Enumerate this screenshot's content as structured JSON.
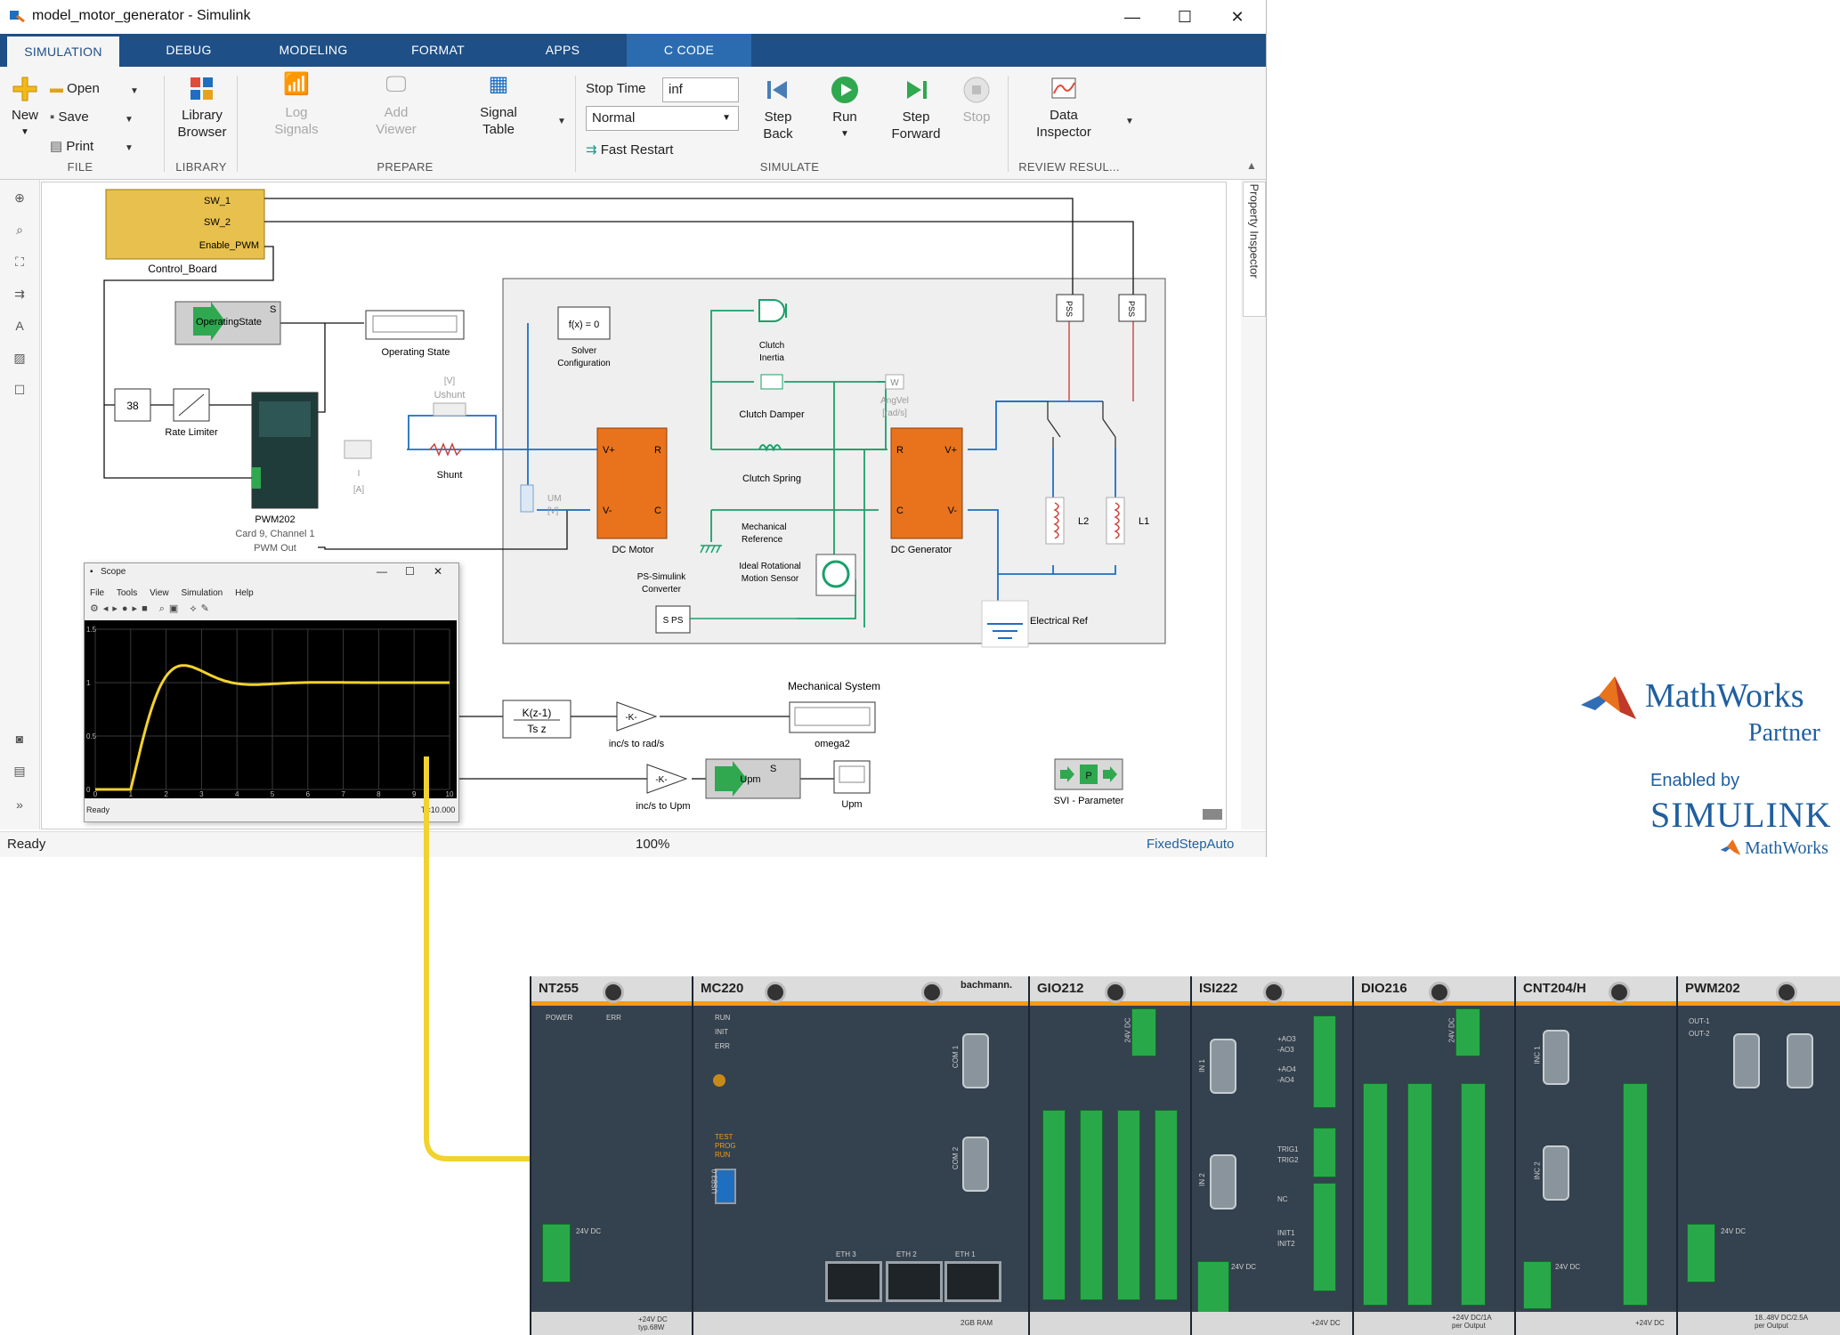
{
  "window": {
    "title": "model_motor_generator - Simulink"
  },
  "tabs": [
    {
      "label": "SIMULATION"
    },
    {
      "label": "DEBUG"
    },
    {
      "label": "MODELING"
    },
    {
      "label": "FORMAT"
    },
    {
      "label": "APPS"
    },
    {
      "label": "C CODE"
    }
  ],
  "ribbon": {
    "file": {
      "title": "FILE",
      "new": "New",
      "open": "Open",
      "save": "Save",
      "print": "Print"
    },
    "library": {
      "title": "LIBRARY",
      "browser": "Library\nBrowser"
    },
    "prepare": {
      "title": "PREPARE",
      "log_signals": "Log\nSignals",
      "add_viewer": "Add\nViewer",
      "signal_table": "Signal\nTable"
    },
    "simulate": {
      "title": "SIMULATE",
      "stop_time_label": "Stop Time",
      "stop_time_value": "inf",
      "mode": "Normal",
      "fast_restart": "Fast Restart",
      "step_back": "Step\nBack",
      "run": "Run",
      "step_forward": "Step\nForward",
      "stop": "Stop"
    },
    "review": {
      "title": "REVIEW RESUL...",
      "data_inspector": "Data\nInspector"
    }
  },
  "property_inspector": "Property Inspector",
  "status": {
    "left": "Ready",
    "zoom": "100%",
    "solver": "FixedStepAuto"
  },
  "diagram": {
    "control_board": {
      "name": "Control_Board",
      "ports": [
        "SW_1",
        "SW_2",
        "Enable_PWM"
      ]
    },
    "operating_state_block": "OperatingState",
    "operating_state_label": "Operating State",
    "const_value": "38",
    "rate_limiter": "Rate Limiter",
    "pwm_block": "PWM202",
    "pwm_sub1": "Card 9, Channel 1",
    "pwm_sub2": "PWM Out",
    "ushunt_unit": "[V]",
    "ushunt": "Ushunt",
    "shunt": "Shunt",
    "goto_a": "[A]",
    "goto_i": "I",
    "um": "UM",
    "um_unit": "[V]",
    "solver_fx": "f(x) = 0",
    "solver_name": "Solver\nConfiguration",
    "dc_motor": "DC Motor",
    "dc_generator": "DC Generator",
    "clutch_inertia": "Clutch\nInertia",
    "clutch_damper": "Clutch Damper",
    "clutch_spring": "Clutch Spring",
    "angvel": "AngVel",
    "angvel_unit": "[rad/s]",
    "mech_ref": "Mechanical\nReference",
    "ideal_sensor": "Ideal Rotational\nMotion Sensor",
    "ps_converter": "PS-Simulink\nConverter",
    "elec_ref": "Electrical Ref",
    "mech_system": "Mechanical System",
    "l1": "L1",
    "l2": "L2",
    "tf_num": "K(z-1)",
    "tf_den": "Ts z",
    "gain1": "inc/s to rad/s",
    "gain2": "inc/s to Upm",
    "gain_sym": "-K-",
    "omega2": "omega2",
    "upm_block": "Upm",
    "upm": "Upm",
    "svi": "SVI - Parameter",
    "port_vplus": "V+",
    "port_vminus": "V-",
    "port_r": "R",
    "port_c": "C",
    "sps": "S PS",
    "pss": "PSS",
    "w": "W",
    "p": "P",
    "s": "S"
  },
  "scope": {
    "title": "Scope",
    "menu": [
      "File",
      "Tools",
      "View",
      "Simulation",
      "Help"
    ],
    "status": "Ready",
    "time": "T=10.000",
    "y_ticks": [
      "1.5",
      "1",
      "0.5",
      "0"
    ],
    "x_ticks": [
      "0",
      "1",
      "2",
      "3",
      "4",
      "5",
      "6",
      "7",
      "8",
      "9",
      "10"
    ],
    "signal_color": "#f2d22e"
  },
  "logos": {
    "mathworks": "MathWorks",
    "partner": "Partner",
    "enabled_by": "Enabled by",
    "simulink": "SIMULINK",
    "mathworks_small": "MathWorks"
  },
  "hardware": {
    "brand": "bachmann.",
    "modules": [
      {
        "name": "NT255",
        "labels": [
          "POWER",
          "ERR",
          "24V DC"
        ],
        "bottom": "+24V DC\ntyp.68W"
      },
      {
        "name": "MC220",
        "labels": [
          "RUN",
          "INIT",
          "ERR",
          "TEST",
          "PROG",
          "RUN",
          "USB3.0",
          "COM 1",
          "COM 2",
          "ETH 3",
          "ETH 2",
          "ETH 1"
        ],
        "bottom": "2GB RAM"
      },
      {
        "name": "GIO212",
        "labels": [
          "24V DC"
        ],
        "bottom": ""
      },
      {
        "name": "ISI222",
        "labels": [
          "IN 1",
          "IN 2",
          "+AO3",
          "-AO3",
          "+AO4",
          "-AO4",
          "TRIG1",
          "TRIG2",
          "NC",
          "INIT1",
          "INIT2",
          "24V DC"
        ],
        "bottom": "+24V DC"
      },
      {
        "name": "DIO216",
        "labels": [
          "24V DC"
        ],
        "bottom": "+24V DC/1A\nper Output"
      },
      {
        "name": "CNT204/H",
        "labels": [
          "INC 1",
          "INC 2",
          "24V DC"
        ],
        "bottom": "+24V DC"
      },
      {
        "name": "PWM202",
        "labels": [
          "OUT-1",
          "OUT-2",
          "24V DC"
        ],
        "bottom": "18..48V DC/2.5A\nper Output"
      }
    ]
  },
  "colors": {
    "tabbar": "#1e4f86",
    "arrow": "#f2d22e",
    "block_orange": "#e8731c",
    "phys_green": "#1aa06a",
    "elec_blue": "#1f6fc0"
  }
}
